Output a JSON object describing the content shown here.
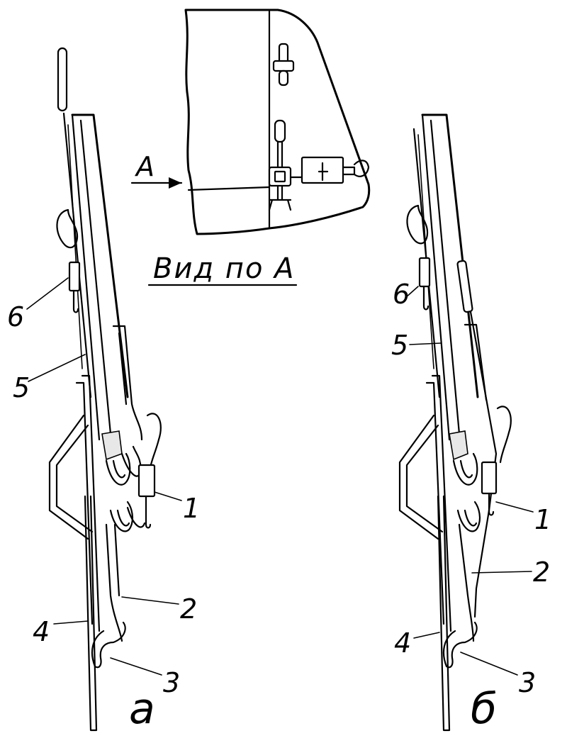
{
  "view_label": "Вид по А",
  "arrow_label": "А",
  "figure_a": {
    "caption": "а",
    "callouts": [
      "1",
      "2",
      "3",
      "4",
      "5",
      "6"
    ]
  },
  "figure_b": {
    "caption": "б",
    "callouts": [
      "1",
      "2",
      "3",
      "4",
      "5",
      "6"
    ]
  }
}
